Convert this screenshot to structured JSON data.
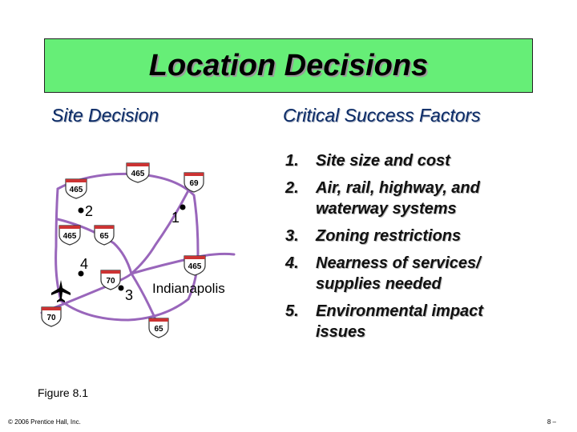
{
  "title": "Location Decisions",
  "left_heading": "Site Decision",
  "right_heading": "Critical Success Factors",
  "factors": [
    {
      "num": "1.",
      "lines": [
        "Site size and cost"
      ]
    },
    {
      "num": "2.",
      "lines": [
        "Air, rail, highway, and",
        "waterway systems"
      ]
    },
    {
      "num": "3.",
      "lines": [
        "Zoning restrictions"
      ]
    },
    {
      "num": "4.",
      "lines": [
        "Nearness of services/",
        "supplies needed"
      ]
    },
    {
      "num": "5.",
      "lines": [
        "Environmental impact",
        "issues"
      ]
    }
  ],
  "map": {
    "city": "Indianapolis",
    "sites": [
      "1",
      "2",
      "3",
      "4"
    ],
    "highways": [
      "465",
      "69",
      "465",
      "465",
      "65",
      "465",
      "70",
      "70",
      "65"
    ],
    "airport_icon": "airplane-icon",
    "colors": {
      "roads": "#9966bb",
      "shield_blue": "#3355aa",
      "shield_red": "#cc3333"
    }
  },
  "figure_label": "Figure 8.1",
  "copyright": "© 2006 Prentice Hall, Inc.",
  "page_number": "8 –"
}
